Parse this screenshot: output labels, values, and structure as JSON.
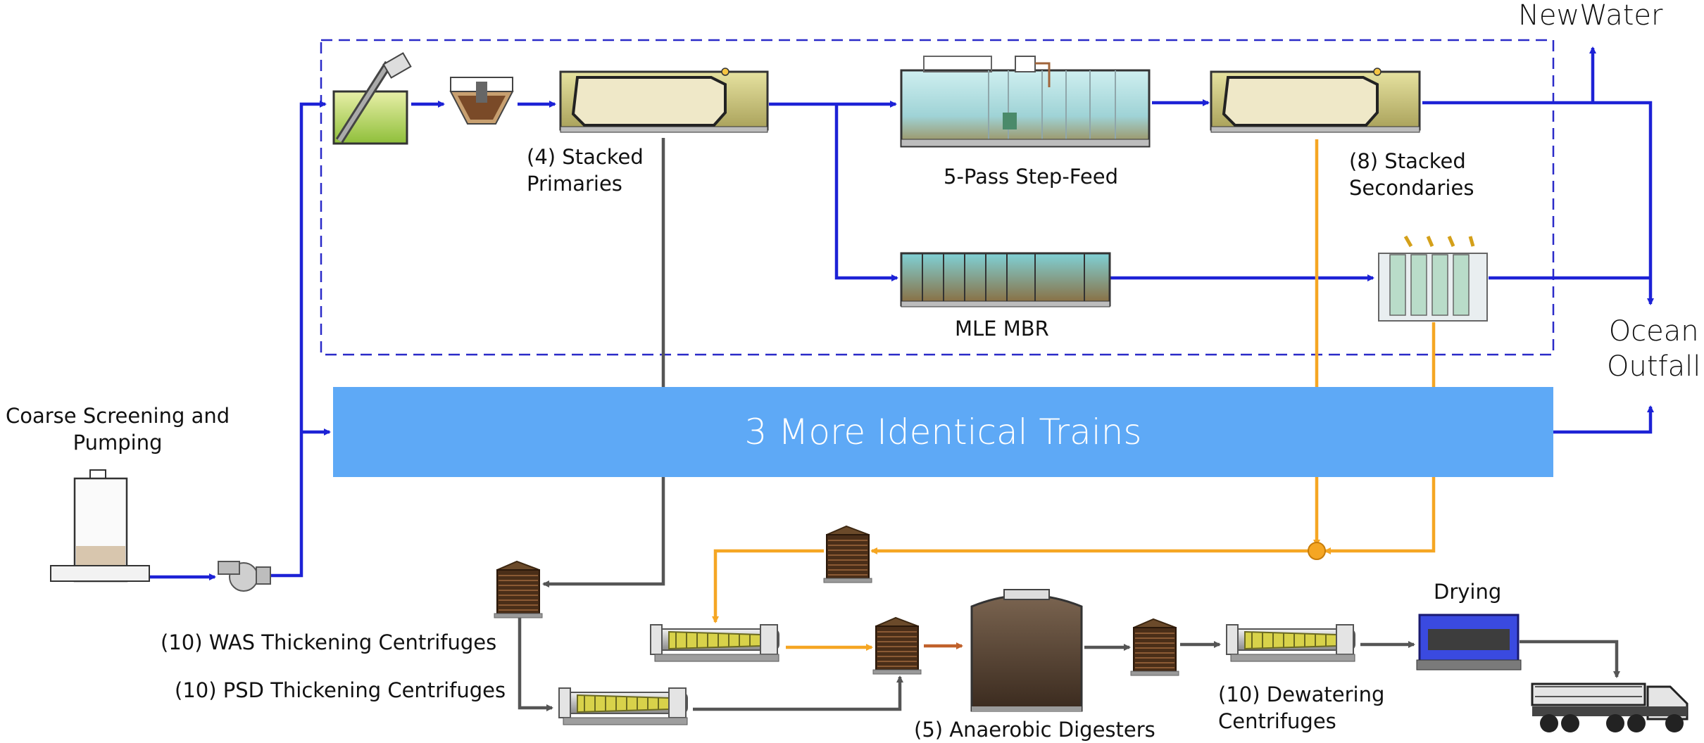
{
  "labels": {
    "newwater": "NewWater",
    "ocean_outfall": "Ocean\nOutfall",
    "stacked_primaries": "(4) Stacked\nPrimaries",
    "step_feed": "5-Pass Step-Feed",
    "stacked_secondaries": "(8) Stacked\nSecondaries",
    "mle_mbr": "MLE MBR",
    "banner": "3 More Identical Trains",
    "coarse_screening": "Coarse Screening and\nPumping",
    "was_thickening": "(10) WAS Thickening Centrifuges",
    "psd_thickening": "(10) PSD Thickening Centrifuges",
    "digesters": "(5) Anaerobic Digesters",
    "dewatering": "(10) Dewatering\nCentrifuges",
    "drying": "Drying"
  },
  "colors": {
    "liquid_flow": "#1d22d6",
    "secondary_sludge_flow": "#f5a623",
    "primary_sludge_flow": "#555555",
    "digested_flow": "#c0612b",
    "boundary_dash": "#2a2ac8",
    "banner_fill": "#5ea9f6"
  },
  "icons": [
    "coarse-screen-icon",
    "pump-icon",
    "bar-screen-icon",
    "grit-chamber-icon",
    "primary-clarifier-icon",
    "step-feed-basin-icon",
    "secondary-clarifier-icon",
    "mbr-basin-icon",
    "membrane-tank-icon",
    "sludge-tank-icon",
    "centrifuge-icon",
    "digester-icon",
    "dryer-icon",
    "truck-icon"
  ]
}
